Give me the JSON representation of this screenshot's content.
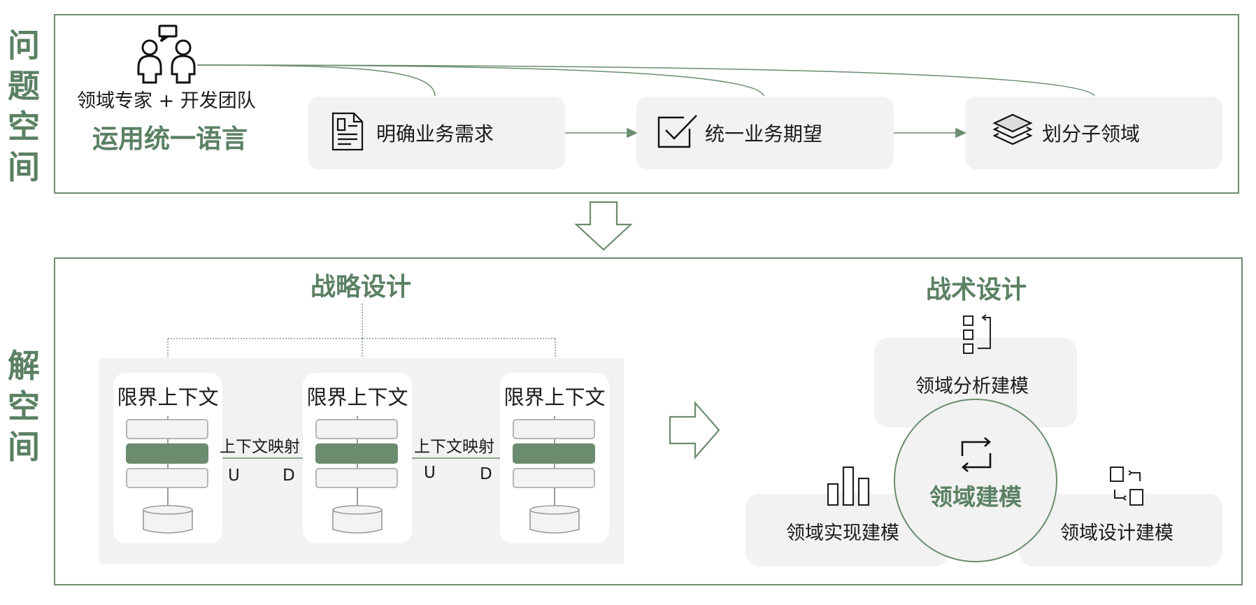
{
  "problem_space": {
    "side_label": [
      "问",
      "题",
      "空",
      "间"
    ],
    "team_label": "领域专家 + 开发团队",
    "ubiquitous_language": "运用统一语言",
    "steps": [
      {
        "label": "明确业务需求",
        "icon": "document-icon"
      },
      {
        "label": "统一业务期望",
        "icon": "checkbox-icon"
      },
      {
        "label": "划分子领域",
        "icon": "layers-icon"
      }
    ]
  },
  "solution_space": {
    "side_label": [
      "解",
      "空",
      "间"
    ],
    "strategic": {
      "title": "战略设计",
      "contexts": [
        {
          "title": "限界上下文"
        },
        {
          "title": "限界上下文"
        },
        {
          "title": "限界上下文"
        }
      ],
      "mappings": [
        {
          "label": "上下文映射",
          "upstream": "U",
          "downstream": "D"
        },
        {
          "label": "上下文映射",
          "upstream": "U",
          "downstream": "D"
        }
      ]
    },
    "tactical": {
      "title": "战术设计",
      "center": "领域建模",
      "analysis": "领域分析建模",
      "implementation": "领域实现建模",
      "design": "领域设计建模"
    }
  },
  "colors": {
    "accent": "#5b8063",
    "box_border": "#6b8c6f",
    "pill_bg": "#f2f2f2"
  }
}
